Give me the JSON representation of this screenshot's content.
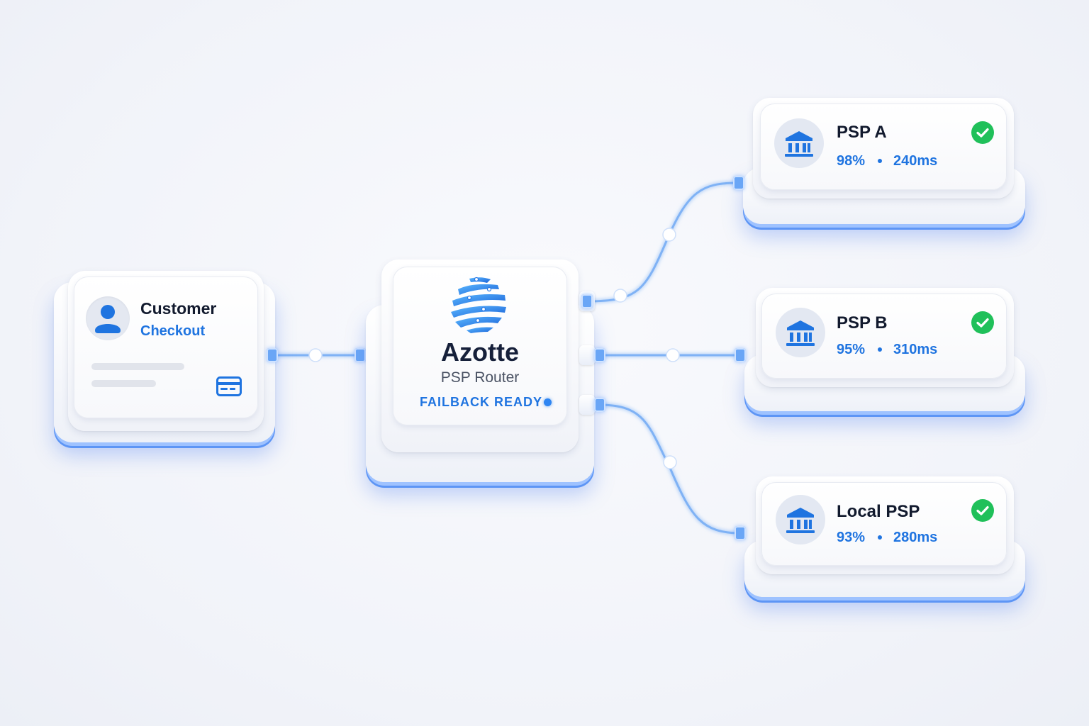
{
  "customer": {
    "title": "Customer",
    "subtitle": "Checkout"
  },
  "router": {
    "brand": "Azotte",
    "subtitle": "PSP Router",
    "status": "FAILBACK READY"
  },
  "psps": [
    {
      "name": "PSP A",
      "success_rate": "98%",
      "latency": "240ms"
    },
    {
      "name": "PSP B",
      "success_rate": "95%",
      "latency": "310ms"
    },
    {
      "name": "Local PSP",
      "success_rate": "93%",
      "latency": "280ms"
    }
  ],
  "colors": {
    "accent": "#1f74e0",
    "wire": "#7fb2f5",
    "success": "#20c05a",
    "text": "#121a2e"
  },
  "icons": {
    "customer": "user-icon",
    "payment": "credit-card-icon",
    "router": "globe-icon",
    "psp": "bank-icon",
    "status": "check-circle-icon"
  }
}
